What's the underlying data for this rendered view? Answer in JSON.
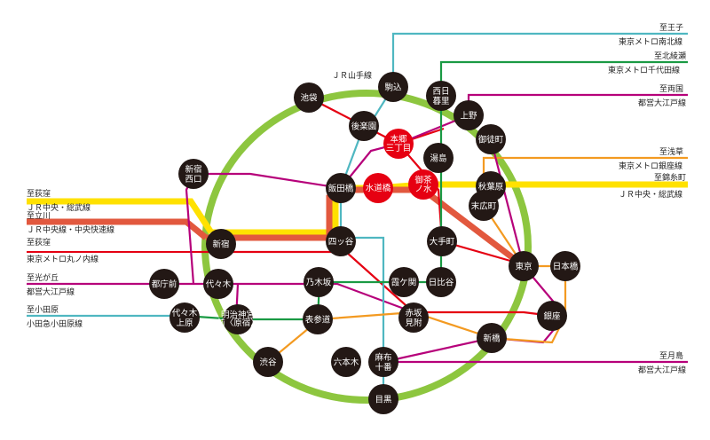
{
  "colors": {
    "yamanote": "#8dc63f",
    "chuo_sobu": "#ffe100",
    "chuo_rapid": "#e2583e",
    "marunouchi": "#e50012",
    "oedo": "#b6007a",
    "namboku": "#4fb7c1",
    "chiyoda": "#1a9a44",
    "ginza": "#f39a21",
    "odakyu": "#2aa3d6",
    "station_dark": "#231815",
    "station_red": "#e60012"
  },
  "yamanote_label": "ＪＲ山手線",
  "stations": {
    "komagome": "駒込",
    "ikebukuro": "池袋",
    "nishinippori": "西日\n暮里",
    "ueno": "上野",
    "okachimachi": "御徒町",
    "korakuen": "後楽園",
    "hongo": "本郷\n三丁目",
    "yushima": "湯島",
    "shinjuku_nishiguchi": "新宿\n西口",
    "iidabashi": "飯田橋",
    "suidobashi": "水道橋",
    "ochanomizu": "御茶\nノ水",
    "akihabara": "秋葉原",
    "suehirocho": "末広町",
    "shinjuku": "新宿",
    "yotsuya": "四ッ谷",
    "otemachi": "大手町",
    "tokyo": "東京",
    "nihonbashi": "日本橋",
    "tochomae": "都庁前",
    "yoyogi": "代々木",
    "nogizaka": "乃木坂",
    "kasumigaseki": "霞ケ関",
    "hibiya": "日比谷",
    "yoyogiuehara": "代々木\n上原",
    "meijijingumae": "明治神宮\n前〈原宿〉",
    "omotesando": "表参道",
    "akasakamitsuke": "赤坂\n見附",
    "ginza": "銀座",
    "shimbashi": "新橋",
    "shibuya": "渋谷",
    "roppongi": "六本木",
    "azabujuban": "麻布\n十番",
    "meguro": "目黒"
  },
  "destinations": {
    "r_oji": "至王子",
    "r_namboku": "東京メトロ南北線",
    "r_kitaayase": "至北綾瀬",
    "r_chiyoda": "東京メトロ千代田線",
    "r_ryogoku": "至両国",
    "r_oedo_1": "都営大江戸線",
    "r_asakusa": "至浅草",
    "r_ginza": "東京メトロ銀座線",
    "r_kinshicho": "至錦糸町",
    "r_chuo_sobu": "ＪＲ中央・総武線",
    "r_tsukishima": "至月島",
    "r_oedo_2": "都営大江戸線",
    "l_ogikubo_1": "至荻窪",
    "l_chuo_sobu": "ＪＲ中央・総武線",
    "l_tachikawa": "至立川",
    "l_chuo_rapid": "ＪＲ中央線・中央快速線",
    "l_ogikubo_2": "至荻窪",
    "l_marunouchi": "東京メトロ丸ノ内線",
    "l_hikarigaoka": "至光が丘",
    "l_oedo": "都営大江戸線",
    "l_odawara": "至小田原",
    "l_odakyu": "小田急小田原線"
  }
}
